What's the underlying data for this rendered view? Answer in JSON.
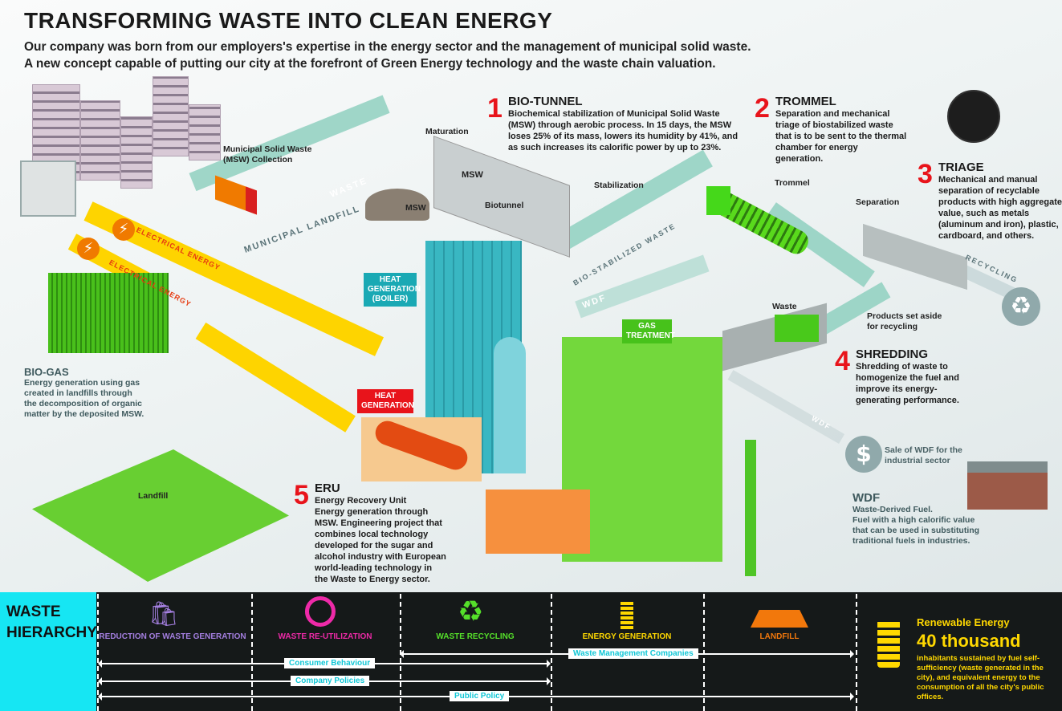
{
  "header": {
    "title": "TRANSFORMING WASTE INTO CLEAN ENERGY",
    "intro": [
      "Our company was born from our employers's expertise in the energy sector and the management of municipal solid waste.",
      "A new concept capable of putting our city at the forefront of Green Energy technology and the waste chain valuation."
    ]
  },
  "steps": [
    {
      "num": "1",
      "title": "BIO-TUNNEL",
      "text": "Biochemical stabilization of Municipal Solid Waste (MSW) through aerobic process. In 15 days, the MSW loses 25% of its mass, lowers its humidity by 41%, and as such increases its calorific power by up to 23%."
    },
    {
      "num": "2",
      "title": "TROMMEL",
      "text": "Separation and mechanical triage of biostabilized waste that is to be sent to the thermal chamber for energy generation."
    },
    {
      "num": "3",
      "title": "TRIAGE",
      "text": "Mechanical and manual separation of recyclable products with high aggregate value, such as metals (aluminum and iron), plastic, cardboard, and others."
    },
    {
      "num": "4",
      "title": "SHREDDING",
      "text": "Shredding of waste to homogenize the fuel and improve its energy-generating performance."
    },
    {
      "num": "5",
      "title": "ERU",
      "subtitle": "Energy Recovery Unit",
      "text": "Energy generation through MSW. Engineering project that combines local technology developed for the sugar and alcohol industry with European world-leading technology in the Waste to Energy sector."
    }
  ],
  "biogas": {
    "title": "BIO-GAS",
    "text": "Energy generation using gas created in landfills through the decomposition of organic matter by the deposited MSW."
  },
  "wdf": {
    "title": "WDF",
    "subtitle": "Waste-Derived Fuel.",
    "text": "Fuel with a high calorific value that can be used in substituting traditional fuels in industries.",
    "sale": "Sale of WDF for the industrial sector"
  },
  "labels": {
    "msw_collection": "Municipal Solid Waste (MSW) Collection",
    "maturation": "Maturation",
    "msw1": "MSW",
    "msw2": "MSW",
    "stabilization": "Stabilization",
    "biotunnel": "Biotunnel",
    "trommel": "Trommel",
    "separation": "Separation",
    "products_set": "Products set aside for recycling",
    "waste": "Waste",
    "landfill": "Landfill",
    "heat_boiler": "HEAT GENERATION (BOILER)",
    "gas_treatment": "GAS TREATMENT",
    "heat_generation": "HEAT GENERATION"
  },
  "arrows": {
    "waste": "WASTE",
    "municipal_landfill": "MUNICIPAL LANDFILL",
    "bio_stabilized": "BIO-STABILIZED WASTE",
    "recycling": "RECYCLING",
    "wdf1": "WDF",
    "wdf2": "WDF",
    "elec1": "ELECTRICAL ENERGY",
    "elec2": "ELECTRICAL ENERGY"
  },
  "footer": {
    "title_1": "WASTE",
    "title_2": "HIERARCHY",
    "categories": [
      {
        "label": "REDUCTION OF WASTE GENERATION",
        "color": "#a47fe0"
      },
      {
        "label": "WASTE RE-UTILIZATION",
        "color": "#ee2aa8"
      },
      {
        "label": "WASTE RECYCLING",
        "color": "#55e02a"
      },
      {
        "label": "ENERGY GENERATION",
        "color": "#ffd800"
      },
      {
        "label": "LANDFILL",
        "color": "#f2780c"
      }
    ],
    "ranges": [
      "Waste Management Companies",
      "Consumer Behaviour",
      "Company Policies",
      "Public Policy"
    ],
    "renewable": {
      "title": "Renewable Energy",
      "value": "40 thousand",
      "text": "inhabitants sustained  by fuel self-sufficiency (waste generated in the city), and equivalent energy to the consumption of all the city's public offices."
    }
  }
}
